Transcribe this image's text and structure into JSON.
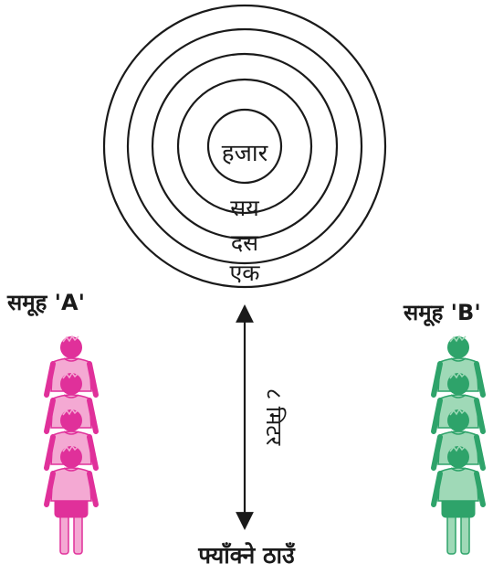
{
  "target": {
    "rings": [
      "हजार",
      "सय",
      "दस",
      "एक"
    ]
  },
  "groups": {
    "a": {
      "label": "समूह 'A'",
      "color": "#e0309a",
      "light": "#f4a9d3",
      "children": 4
    },
    "b": {
      "label": "समूह 'B'",
      "color": "#2ea36a",
      "light": "#9fd9b7",
      "children": 4
    }
  },
  "distance": {
    "label": "८ मिटर"
  },
  "throw_place": {
    "label": "फ्याँक्ने ठाउँ"
  }
}
